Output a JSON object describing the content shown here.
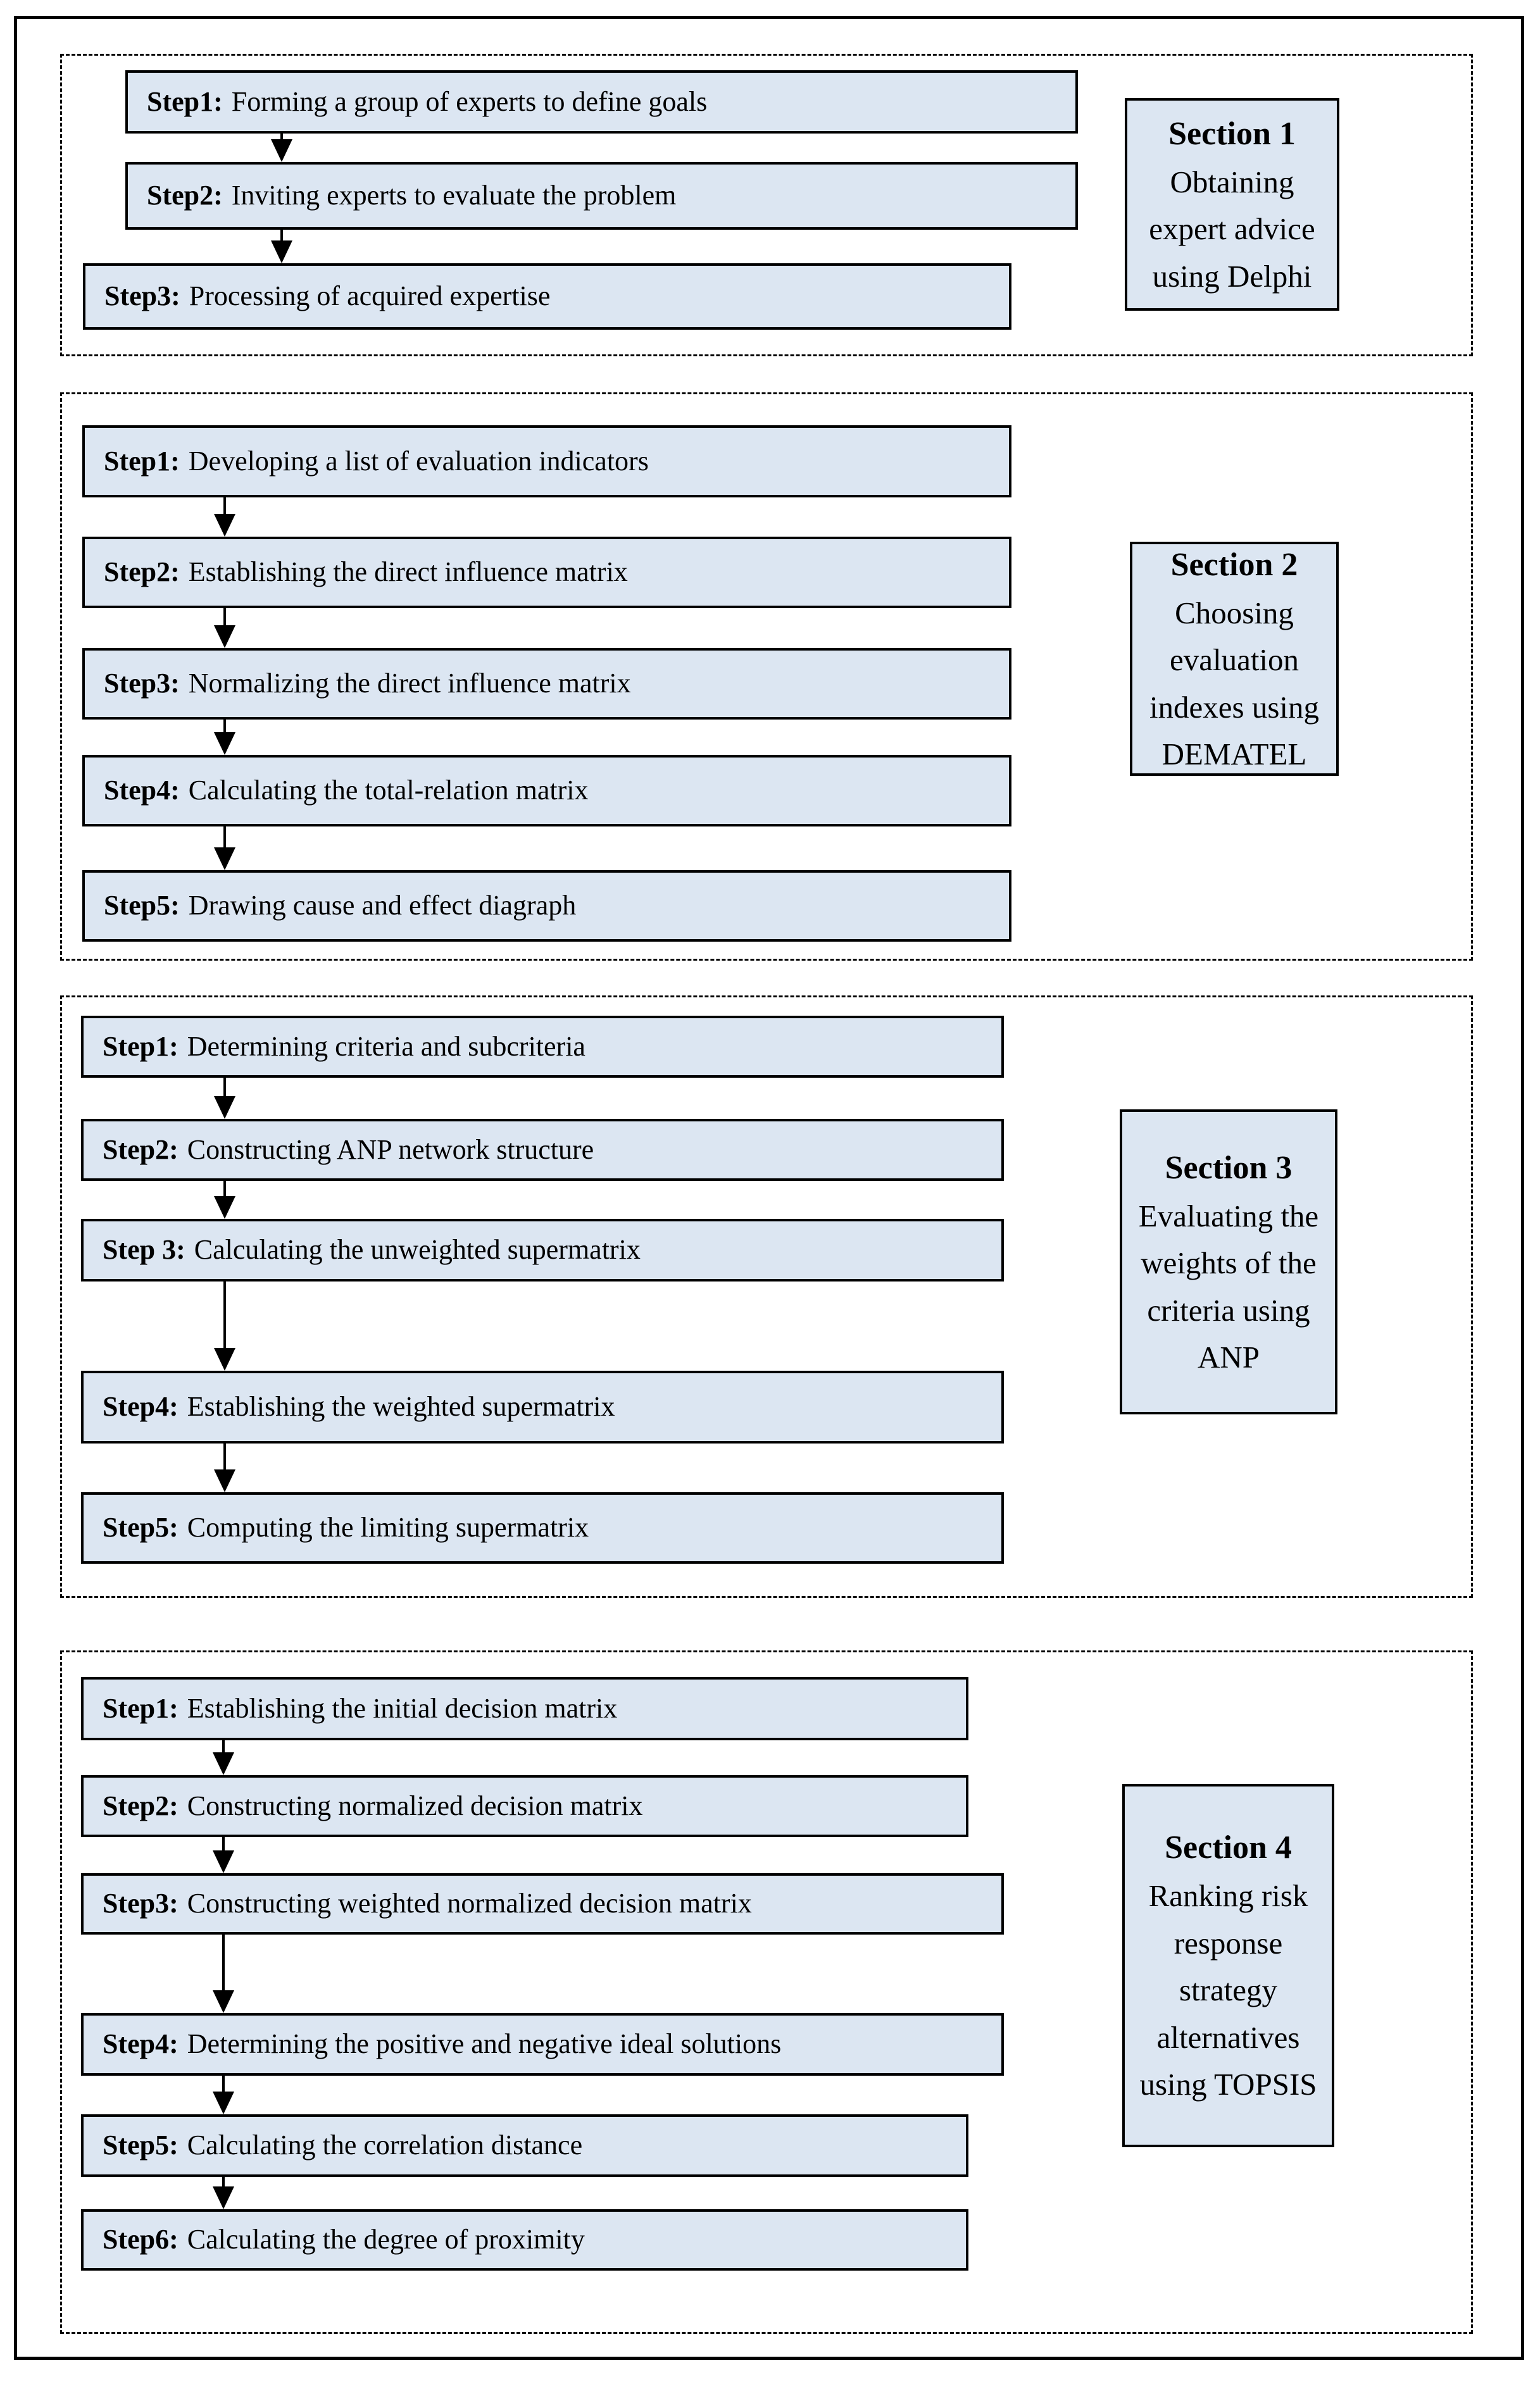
{
  "colors": {
    "box_fill": "#dce6f2",
    "border": "#000000",
    "background": "#ffffff"
  },
  "sections": [
    {
      "label_title": "Section 1",
      "label_body": "Obtaining expert advice using Delphi",
      "steps": [
        {
          "prefix": "Step1:",
          "text": "Forming  a group of experts to define goals"
        },
        {
          "prefix": "Step2:",
          "text": "Inviting experts to evaluate the problem"
        },
        {
          "prefix": "Step3:",
          "text": "Processing of acquired expertise"
        }
      ]
    },
    {
      "label_title": "Section 2",
      "label_body": "Choosing evaluation indexes using DEMATEL",
      "steps": [
        {
          "prefix": "Step1:",
          "text": "Developing a list of evaluation indicators"
        },
        {
          "prefix": "Step2:",
          "text": "Establishing the direct influence matrix"
        },
        {
          "prefix": "Step3:",
          "text": "Normalizing the direct influence matrix"
        },
        {
          "prefix": "Step4:",
          "text": "Calculating the total-relation matrix"
        },
        {
          "prefix": "Step5:",
          "text": "Drawing cause and effect diagraph"
        }
      ]
    },
    {
      "label_title": "Section 3",
      "label_body": "Evaluating the weights of the criteria using ANP",
      "steps": [
        {
          "prefix": "Step1:",
          "text": "Determining criteria and subcriteria"
        },
        {
          "prefix": "Step2:",
          "text": "Constructing ANP network structure"
        },
        {
          "prefix": "Step 3:",
          "text": "Calculating the unweighted supermatrix"
        },
        {
          "prefix": "Step4:",
          "text": "Establishing the weighted supermatrix"
        },
        {
          "prefix": "Step5:",
          "text": "Computing the limiting supermatrix"
        }
      ]
    },
    {
      "label_title": "Section 4",
      "label_body": "Ranking risk response strategy alternatives using TOPSIS",
      "steps": [
        {
          "prefix": "Step1:",
          "text": "Establishing the initial decision matrix"
        },
        {
          "prefix": "Step2:",
          "text": "Constructing normalized decision matrix"
        },
        {
          "prefix": "Step3:",
          "text": "Constructing weighted normalized decision matrix"
        },
        {
          "prefix": "Step4:",
          "text": "Determining the positive and negative ideal solutions"
        },
        {
          "prefix": "Step5:",
          "text": "Calculating the correlation distance"
        },
        {
          "prefix": "Step6:",
          "text": "Calculating the degree of proximity"
        }
      ]
    }
  ]
}
